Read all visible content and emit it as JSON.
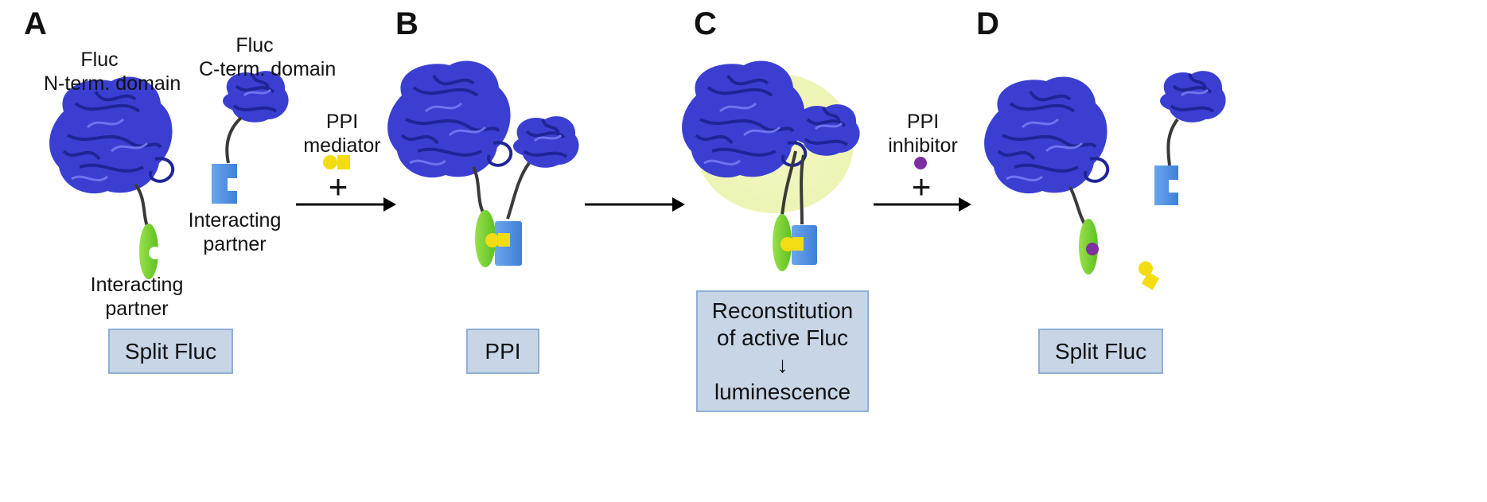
{
  "panels": {
    "a": {
      "letter": "A",
      "n_term_label_1": "Fluc",
      "n_term_label_2": "N-term. domain",
      "c_term_label_1": "Fluc",
      "c_term_label_2": "C-term. domain",
      "partner_right_1": "Interacting",
      "partner_right_2": "partner",
      "partner_left_1": "Interacting",
      "partner_left_2": "partner",
      "box_label": "Split Fluc"
    },
    "b": {
      "letter": "B",
      "box_label": "PPI"
    },
    "c": {
      "letter": "C",
      "box_line_1": "Reconstitution",
      "box_line_2": "of active Fluc",
      "box_line_3": "↓",
      "box_line_4": "luminescence"
    },
    "d": {
      "letter": "D",
      "box_label": "Split Fluc"
    }
  },
  "arrows": {
    "ab": {
      "label_1": "PPI",
      "label_2": "mediator",
      "sign": "+"
    },
    "cd": {
      "label_1": "PPI",
      "label_2": "inhibitor",
      "sign": "+"
    }
  },
  "colors": {
    "protein": "#3a3fd1",
    "protein_dark": "#1f2596",
    "linker": "#3a3a3a",
    "green_partner": "#7ad33a",
    "blue_partner": "#4f8fe0",
    "mediator": "#f3dd12",
    "inhibitor": "#7e2fa0",
    "glow": "#f2f6bf",
    "box_fill": "#c7d5e6",
    "box_border": "#8eb0d6"
  },
  "icons": [
    "n-term-domain-icon",
    "c-term-domain-icon",
    "green-partner-icon",
    "blue-partner-icon",
    "mediator-icon",
    "inhibitor-icon",
    "arrow-icon"
  ]
}
